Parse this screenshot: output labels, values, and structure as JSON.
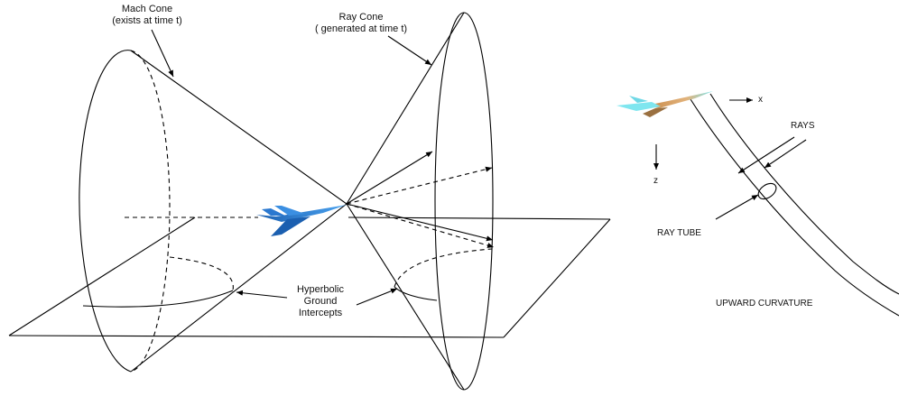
{
  "labels": {
    "mach_cone": "Mach Cone",
    "mach_cone_note": "(exists at time t)",
    "ray_cone": "Ray Cone",
    "ray_cone_note": "( generated at time t)",
    "hyperbolic_1": "Hyperbolic",
    "hyperbolic_2": "Ground",
    "hyperbolic_3": "Intercepts",
    "x_axis": "x",
    "z_axis": "z",
    "rays": "RAYS",
    "ray_tube": "RAY TUBE",
    "upward_curvature": "UPWARD CURVATURE"
  },
  "colors": {
    "line": "#000000",
    "jet_left": "#2f7fd6",
    "jet_left_dark": "#1b5fb0",
    "jet_right_body": "#d7a36b",
    "jet_right_cyan": "#6fe3ee"
  }
}
